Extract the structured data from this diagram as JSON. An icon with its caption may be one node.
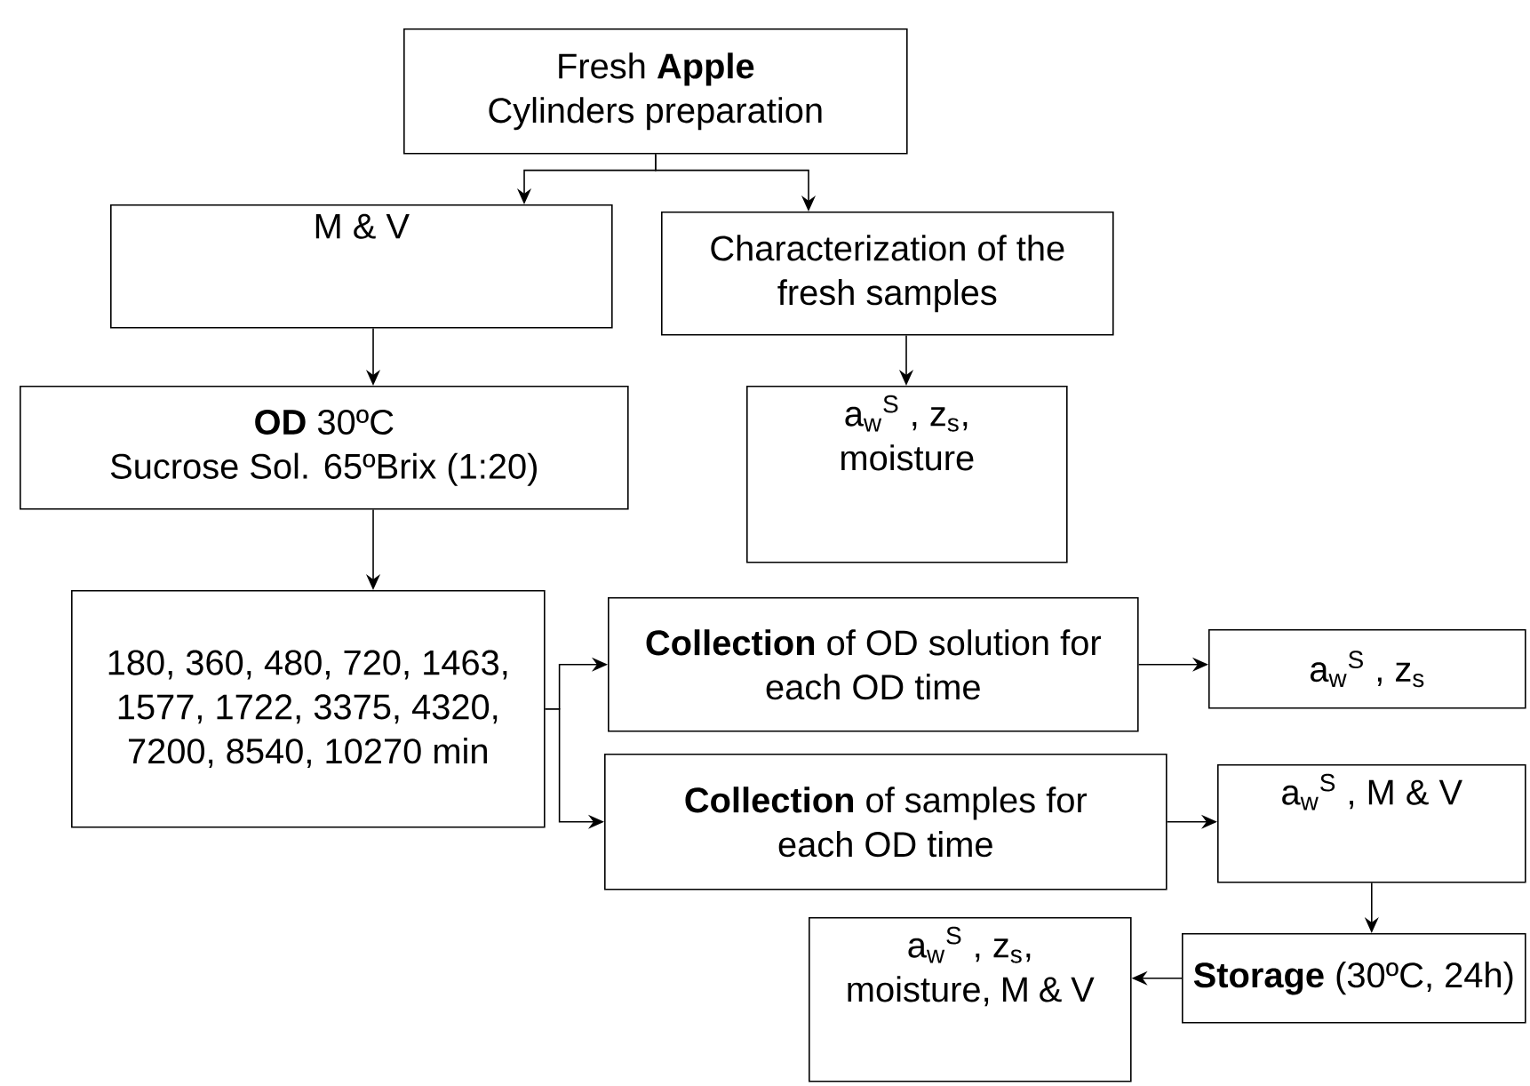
{
  "diagram": {
    "nodes": [
      {
        "text": [
          "Fresh **Apple**",
          "Cylinders preparation"
        ]
      },
      {
        "text": [
          "M & V"
        ]
      },
      {
        "text": [
          "Characterization of the fresh samples"
        ]
      },
      {
        "text": [
          "**OD** 30ºC",
          "Sucrose Sol. 65ºBrix (1:20)"
        ]
      },
      {
        "text": [
          "a$_{w}$$^{S}$ , z$_{s}$, moisture"
        ]
      },
      {
        "text": [
          "180, 360, 480, 720, 1463, 1577, 1722, 3375, 4320, 7200, 8540, 10270 min"
        ]
      },
      {
        "text": [
          "**Collection** of OD solution for each OD time"
        ]
      },
      {
        "text": [
          "**Collection** of samples for each OD time"
        ]
      },
      {
        "text": [
          "a$_{w}$$^{S}$ , z$_{s}$"
        ]
      },
      {
        "text": [
          "a$_{w}$$^{S}$ , M & V"
        ]
      },
      {
        "text": [
          "**Storage** (30ºC, 24h)"
        ]
      },
      {
        "text": [
          "a$_{w}$$^{S}$ , z$_{s}$, moisture, M & V"
        ]
      }
    ],
    "edges": [
      {
        "from": 0,
        "to": 1,
        "arrow": "to"
      },
      {
        "from": 0,
        "to": 2,
        "arrow": "to"
      },
      {
        "from": 1,
        "to": 3,
        "arrow": "to"
      },
      {
        "from": 2,
        "to": 4,
        "arrow": "to"
      },
      {
        "from": 3,
        "to": 5,
        "arrow": "to"
      },
      {
        "from": 5,
        "to": 6,
        "arrow": "to"
      },
      {
        "from": 5,
        "to": 7,
        "arrow": "to"
      },
      {
        "from": 6,
        "to": 8,
        "arrow": "to"
      },
      {
        "from": 7,
        "to": 9,
        "arrow": "to"
      },
      {
        "from": 9,
        "to": 10,
        "arrow": "to"
      },
      {
        "from": 10,
        "to": 11,
        "arrow": "to"
      }
    ]
  }
}
